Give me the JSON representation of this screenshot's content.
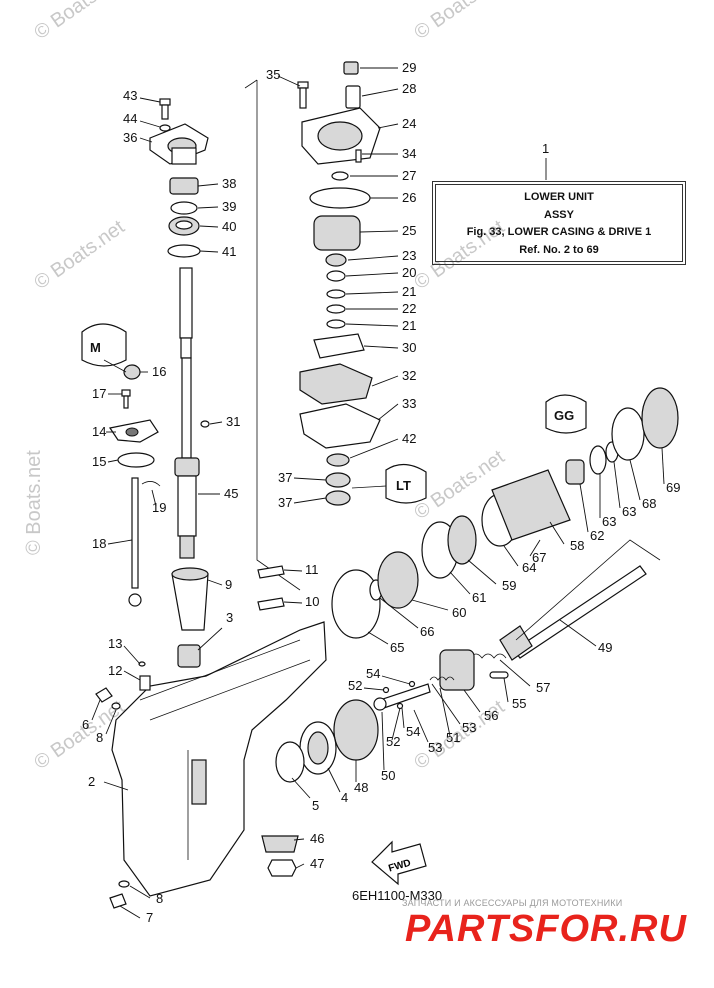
{
  "title_box": {
    "assembly_number": "1",
    "line1": "LOWER UNIT",
    "line2": "ASSY",
    "line3": "Fig. 33, LOWER CASING & DRIVE 1",
    "line4": "Ref. No. 2 to 69"
  },
  "drawing_code": "6EH1100-M330",
  "fwd_label": "FWD",
  "watermarks": [
    "© Boats.net",
    "© Boats.net",
    "© Boats.net",
    "© Boats.net",
    "© Boats.net",
    "© Boats.net",
    "© Boats.net",
    "© Boats.net"
  ],
  "shop_tagline": "ЗАПЧАСТИ И АКСЕССУАРЫ ДЛЯ МОТОТЕХНИКИ",
  "shop_brand": "PARTSFOR.RU",
  "symbols": {
    "sealant_a": "M",
    "sealant_b": "GG",
    "sealant_c": "LT"
  },
  "callouts": [
    "1",
    "2",
    "3",
    "4",
    "5",
    "6",
    "7",
    "8",
    "8",
    "9",
    "10",
    "11",
    "12",
    "13",
    "14",
    "15",
    "16",
    "17",
    "18",
    "19",
    "20",
    "21",
    "21",
    "22",
    "23",
    "24",
    "25",
    "26",
    "27",
    "28",
    "29",
    "30",
    "31",
    "32",
    "33",
    "34",
    "35",
    "36",
    "37",
    "37",
    "38",
    "39",
    "40",
    "41",
    "42",
    "43",
    "44",
    "45",
    "46",
    "47",
    "48",
    "49",
    "50",
    "51",
    "52",
    "52",
    "53",
    "53",
    "54",
    "54",
    "55",
    "56",
    "57",
    "58",
    "59",
    "60",
    "61",
    "62",
    "63",
    "63",
    "64",
    "65",
    "66",
    "67",
    "68",
    "69"
  ]
}
